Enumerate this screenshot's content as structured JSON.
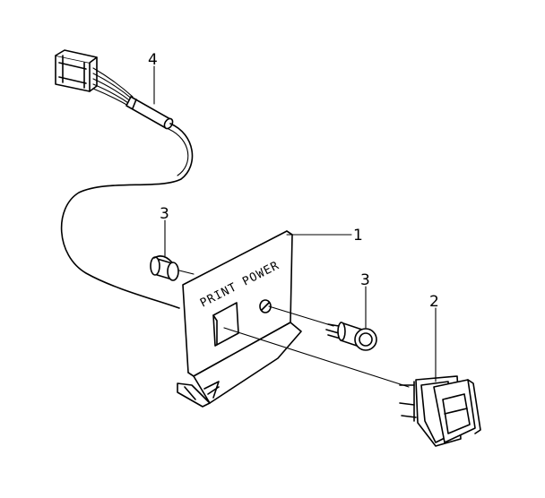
{
  "diagram": {
    "panel_label": "PRINT POWER",
    "callouts": {
      "panel": "1",
      "switch": "2",
      "lamp_cap": "3",
      "lamp": "3",
      "harness": "4"
    },
    "colors": {
      "ink": "#000000",
      "background": "#ffffff"
    }
  }
}
